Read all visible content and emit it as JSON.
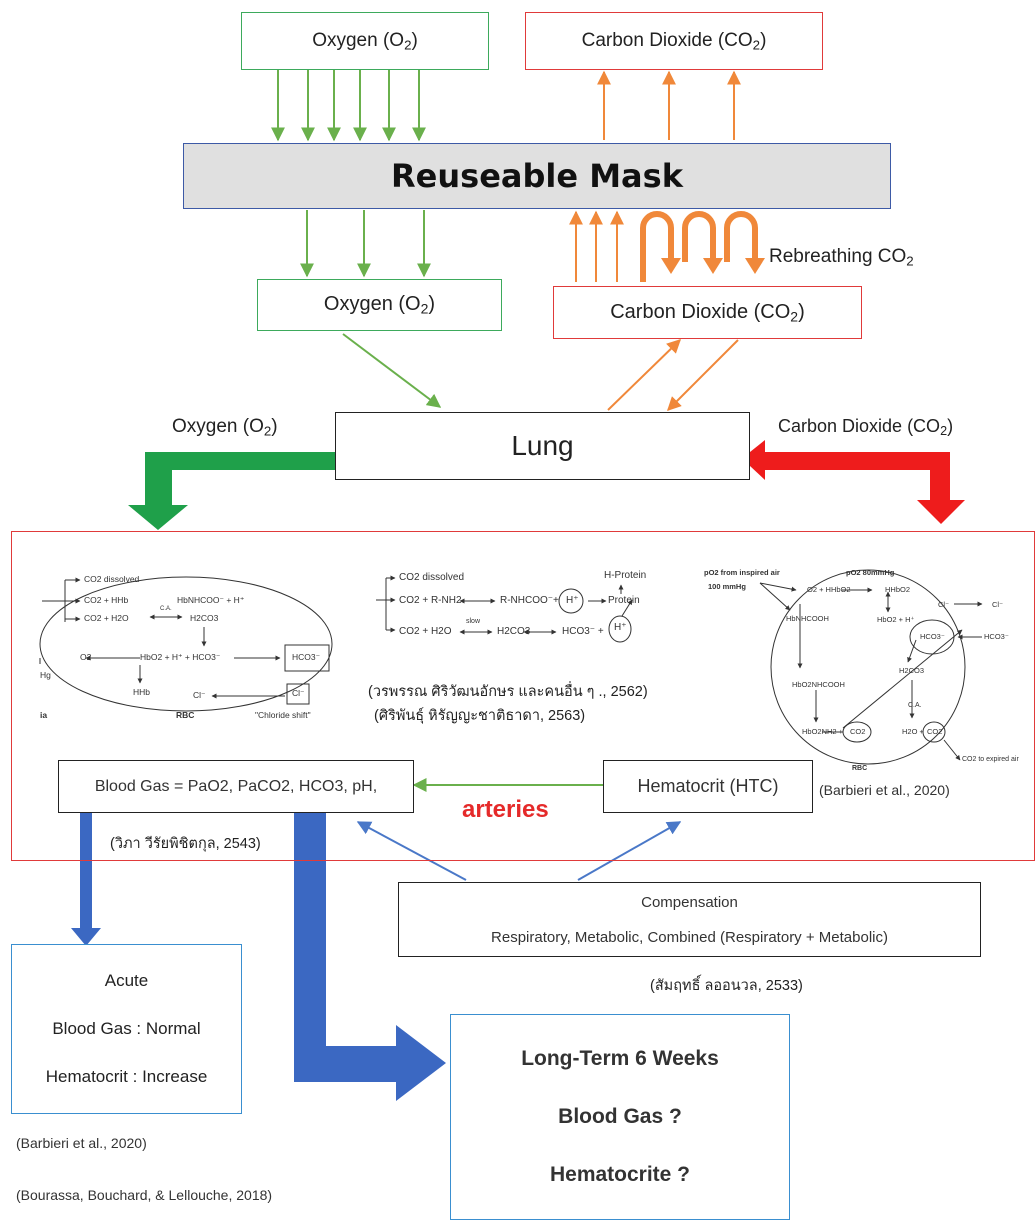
{
  "top": {
    "oxygen_label": "Oxygen (O",
    "oxygen_sub": "2",
    "oxygen_close": ")",
    "co2_label": "Carbon Dioxide (CO",
    "co2_sub": "2",
    "co2_close": ")"
  },
  "mask": {
    "title": "Reuseable Mask"
  },
  "mid": {
    "oxygen_label": "Oxygen (O",
    "oxygen_sub": "2",
    "oxygen_close": ")",
    "co2_label": "Carbon Dioxide (CO",
    "co2_sub": "2",
    "co2_close": ")",
    "rebreathing_label": "Rebreathing CO",
    "rebreathing_sub": "2"
  },
  "lung": {
    "title": "Lung",
    "left_label": "Oxygen (O",
    "left_sub": "2",
    "left_close": ")",
    "right_label": "Carbon Dioxide (CO",
    "right_sub": "2",
    "right_close": ")"
  },
  "blood_panel": {
    "fig1": {
      "lines": [
        "CO2 dissolved",
        "CO2 + HHb",
        "HbNHCOO⁻ + H⁺",
        "CO2 + H2O",
        "C.A.",
        "H2CO3",
        "O2",
        "HbO2 + H⁺ + HCO3⁻",
        "HCO3⁻",
        "HHb",
        "Cl⁻",
        "Cl⁻",
        "Hg",
        "ia",
        "RBC",
        "\"Chloride shift\""
      ]
    },
    "fig2": {
      "lines": [
        "CO2 dissolved",
        "H-Protein",
        "CO2 + R-NH2",
        "R-NHCOO⁻+",
        "H⁺",
        "Protein",
        "CO2 + H2O",
        "slow",
        "H2CO3",
        "HCO3⁻ +",
        "H⁺"
      ]
    },
    "fig3": {
      "lines": [
        "pO2 from inspired air",
        "pO2 80mmHg",
        "100 mmHg",
        "O2 + HHbO2",
        "HHbO2",
        "Cl⁻",
        "Cl⁻",
        "HbO2 + H⁺",
        "HCO3⁻",
        "HCO3⁻",
        "HbNHCOOH",
        "H2CO3",
        "HbO2NHCOOH",
        "C.A.",
        "HbO2NH2 +",
        "CO2",
        "H2O +",
        "CO2",
        "CO2 to expired air",
        "RBC"
      ]
    },
    "cite_center_1": "(วรพรรณ ศิริวัฒนอักษร และคนอื่น ๆ ., 2562)",
    "cite_center_2": "(ศิริพันธุ์ หิรัญญะชาติธาดา, 2563)",
    "blood_gas": "Blood Gas = PaO2, PaCO2, HCO3, pH,",
    "hematocrit": "Hematocrit (HTC)",
    "cite_barbieri": "(Barbieri et al., 2020)",
    "arteries": "arteries",
    "cite_vipa": "(วิภา วีรัยพิชิตกุล, 2543)"
  },
  "compensation": {
    "title": "Compensation",
    "types": "Respiratory, Metabolic, Combined (Respiratory + Metabolic)",
    "cite": "(สัมฤทธิ์ ลออนวล, 2533)"
  },
  "acute": {
    "title": "Acute",
    "blood_gas": "Blood Gas : Normal",
    "hematocrit": "Hematocrit : Increase"
  },
  "long_term": {
    "title": "Long-Term 6 Weeks",
    "blood_gas": "Blood Gas ?",
    "hematocrit": "Hematocrite ?"
  },
  "bottom_cites": {
    "cite1": "(Barbieri et al., 2020)",
    "cite2": "(Bourassa, Bouchard, & Lellouche, 2018)"
  },
  "colors": {
    "oxygen_green": "#6ab04c",
    "co2_orange": "#f0883a",
    "big_green": "#1fa04a",
    "big_red": "#ee1c1c",
    "blue": "#3b68c2",
    "arteries_red": "#e52a2a"
  }
}
